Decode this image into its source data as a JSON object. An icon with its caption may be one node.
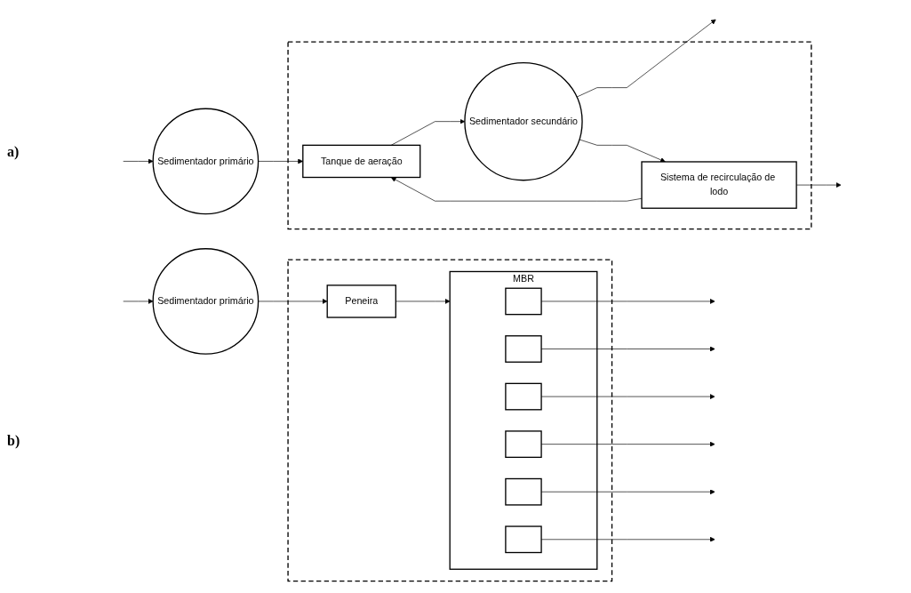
{
  "diagram": {
    "nodes": [
      {
        "text": [
          "Sedimentador primário"
        ]
      },
      {
        "text": [],
        "shape": "box"
      },
      {
        "text": [
          "Tanque de aeração"
        ],
        "in": 1
      },
      {
        "text": [
          "Sedimentador secundário"
        ],
        "in": 1
      },
      {
        "text": [
          "Sistema de recirculação de lodo"
        ],
        "in": 1
      },
      {
        "text": [
          "Sedimentador primário"
        ]
      },
      {
        "text": [],
        "shape": "box"
      },
      {
        "text": [
          "Peneira"
        ],
        "in": 6
      },
      {
        "text": [
          "MBR"
        ],
        "in": 6
      },
      {
        "text": [],
        "shape": "bar",
        "in": 8
      },
      {
        "text": [],
        "shape": "bar",
        "in": 8
      },
      {
        "text": [],
        "shape": "bar",
        "in": 8
      },
      {
        "text": [],
        "shape": "bar",
        "in": 8
      },
      {
        "text": [],
        "shape": "bar",
        "in": 8
      },
      {
        "text": [],
        "shape": "bar",
        "in": 8
      }
    ],
    "edges": [
      {
        "from": null,
        "to": 0,
        "arrow": "to"
      },
      {
        "from": 0,
        "to": 2,
        "arrow": "to"
      },
      {
        "from": 2,
        "to": 3,
        "arrow": "to"
      },
      {
        "from": 3,
        "to": null,
        "arrow": "to"
      },
      {
        "from": 3,
        "to": 4,
        "arrow": "to"
      },
      {
        "from": 4,
        "to": 2,
        "arrow": "to"
      },
      {
        "from": 4,
        "to": null,
        "arrow": "to"
      },
      {
        "from": null,
        "to": 5,
        "arrow": "to"
      },
      {
        "from": 5,
        "to": 7,
        "arrow": "to"
      },
      {
        "from": 7,
        "to": 8,
        "arrow": "to"
      },
      {
        "from": 9,
        "to": null,
        "arrow": "to"
      },
      {
        "from": 10,
        "to": null,
        "arrow": "to"
      },
      {
        "from": 11,
        "to": null,
        "arrow": "to"
      },
      {
        "from": 12,
        "to": null,
        "arrow": "to"
      },
      {
        "from": 13,
        "to": null,
        "arrow": "to"
      },
      {
        "from": 14,
        "to": null,
        "arrow": "to"
      }
    ],
    "labels": [
      "a)",
      "b)"
    ]
  }
}
